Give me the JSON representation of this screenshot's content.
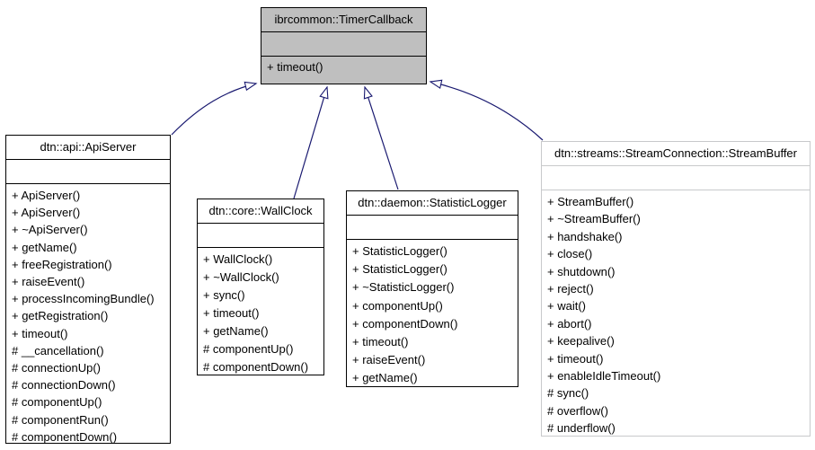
{
  "diagram_type": "uml-inheritance-graph",
  "classes": {
    "timer_callback": {
      "title": "ibrcommon::TimerCallback",
      "attributes": [],
      "methods": [
        "+ timeout()"
      ]
    },
    "api_server": {
      "title": "dtn::api::ApiServer",
      "attributes": [],
      "methods": [
        "+ ApiServer()",
        "+ ApiServer()",
        "+ ~ApiServer()",
        "+ getName()",
        "+ freeRegistration()",
        "+ raiseEvent()",
        "+ processIncomingBundle()",
        "+ getRegistration()",
        "+ timeout()",
        "# __cancellation()",
        "# connectionUp()",
        "# connectionDown()",
        "# componentUp()",
        "# componentRun()",
        "# componentDown()"
      ]
    },
    "wall_clock": {
      "title": "dtn::core::WallClock",
      "attributes": [],
      "methods": [
        "+ WallClock()",
        "+ ~WallClock()",
        "+ sync()",
        "+ timeout()",
        "+ getName()",
        "# componentUp()",
        "# componentDown()"
      ]
    },
    "statistic_logger": {
      "title": "dtn::daemon::StatisticLogger",
      "attributes": [],
      "methods": [
        "+ StatisticLogger()",
        "+ StatisticLogger()",
        "+ ~StatisticLogger()",
        "+ componentUp()",
        "+ componentDown()",
        "+ timeout()",
        "+ raiseEvent()",
        "+ getName()"
      ]
    },
    "stream_buffer": {
      "title": "dtn::streams::StreamConnection::StreamBuffer",
      "attributes": [],
      "methods": [
        "+ StreamBuffer()",
        "+ ~StreamBuffer()",
        "+ handshake()",
        "+ close()",
        "+ shutdown()",
        "+ reject()",
        "+ wait()",
        "+ abort()",
        "+ keepalive()",
        "+ timeout()",
        "+ enableIdleTimeout()",
        "# sync()",
        "# overflow()",
        "# underflow()"
      ]
    }
  },
  "relations": [
    {
      "from": "dtn::api::ApiServer",
      "to": "ibrcommon::TimerCallback",
      "type": "inheritance"
    },
    {
      "from": "dtn::core::WallClock",
      "to": "ibrcommon::TimerCallback",
      "type": "inheritance"
    },
    {
      "from": "dtn::daemon::StatisticLogger",
      "to": "ibrcommon::TimerCallback",
      "type": "inheritance"
    },
    {
      "from": "dtn::streams::StreamConnection::StreamBuffer",
      "to": "ibrcommon::TimerCallback",
      "type": "inheritance"
    }
  ],
  "colors": {
    "current_class_fill": "#bfbfbf",
    "class_fill": "#ffffff",
    "class_border": "#000000",
    "external_class_border": "#c8c9cb",
    "arrow": "#191970",
    "text": "#000000",
    "background": "#ffffff"
  }
}
